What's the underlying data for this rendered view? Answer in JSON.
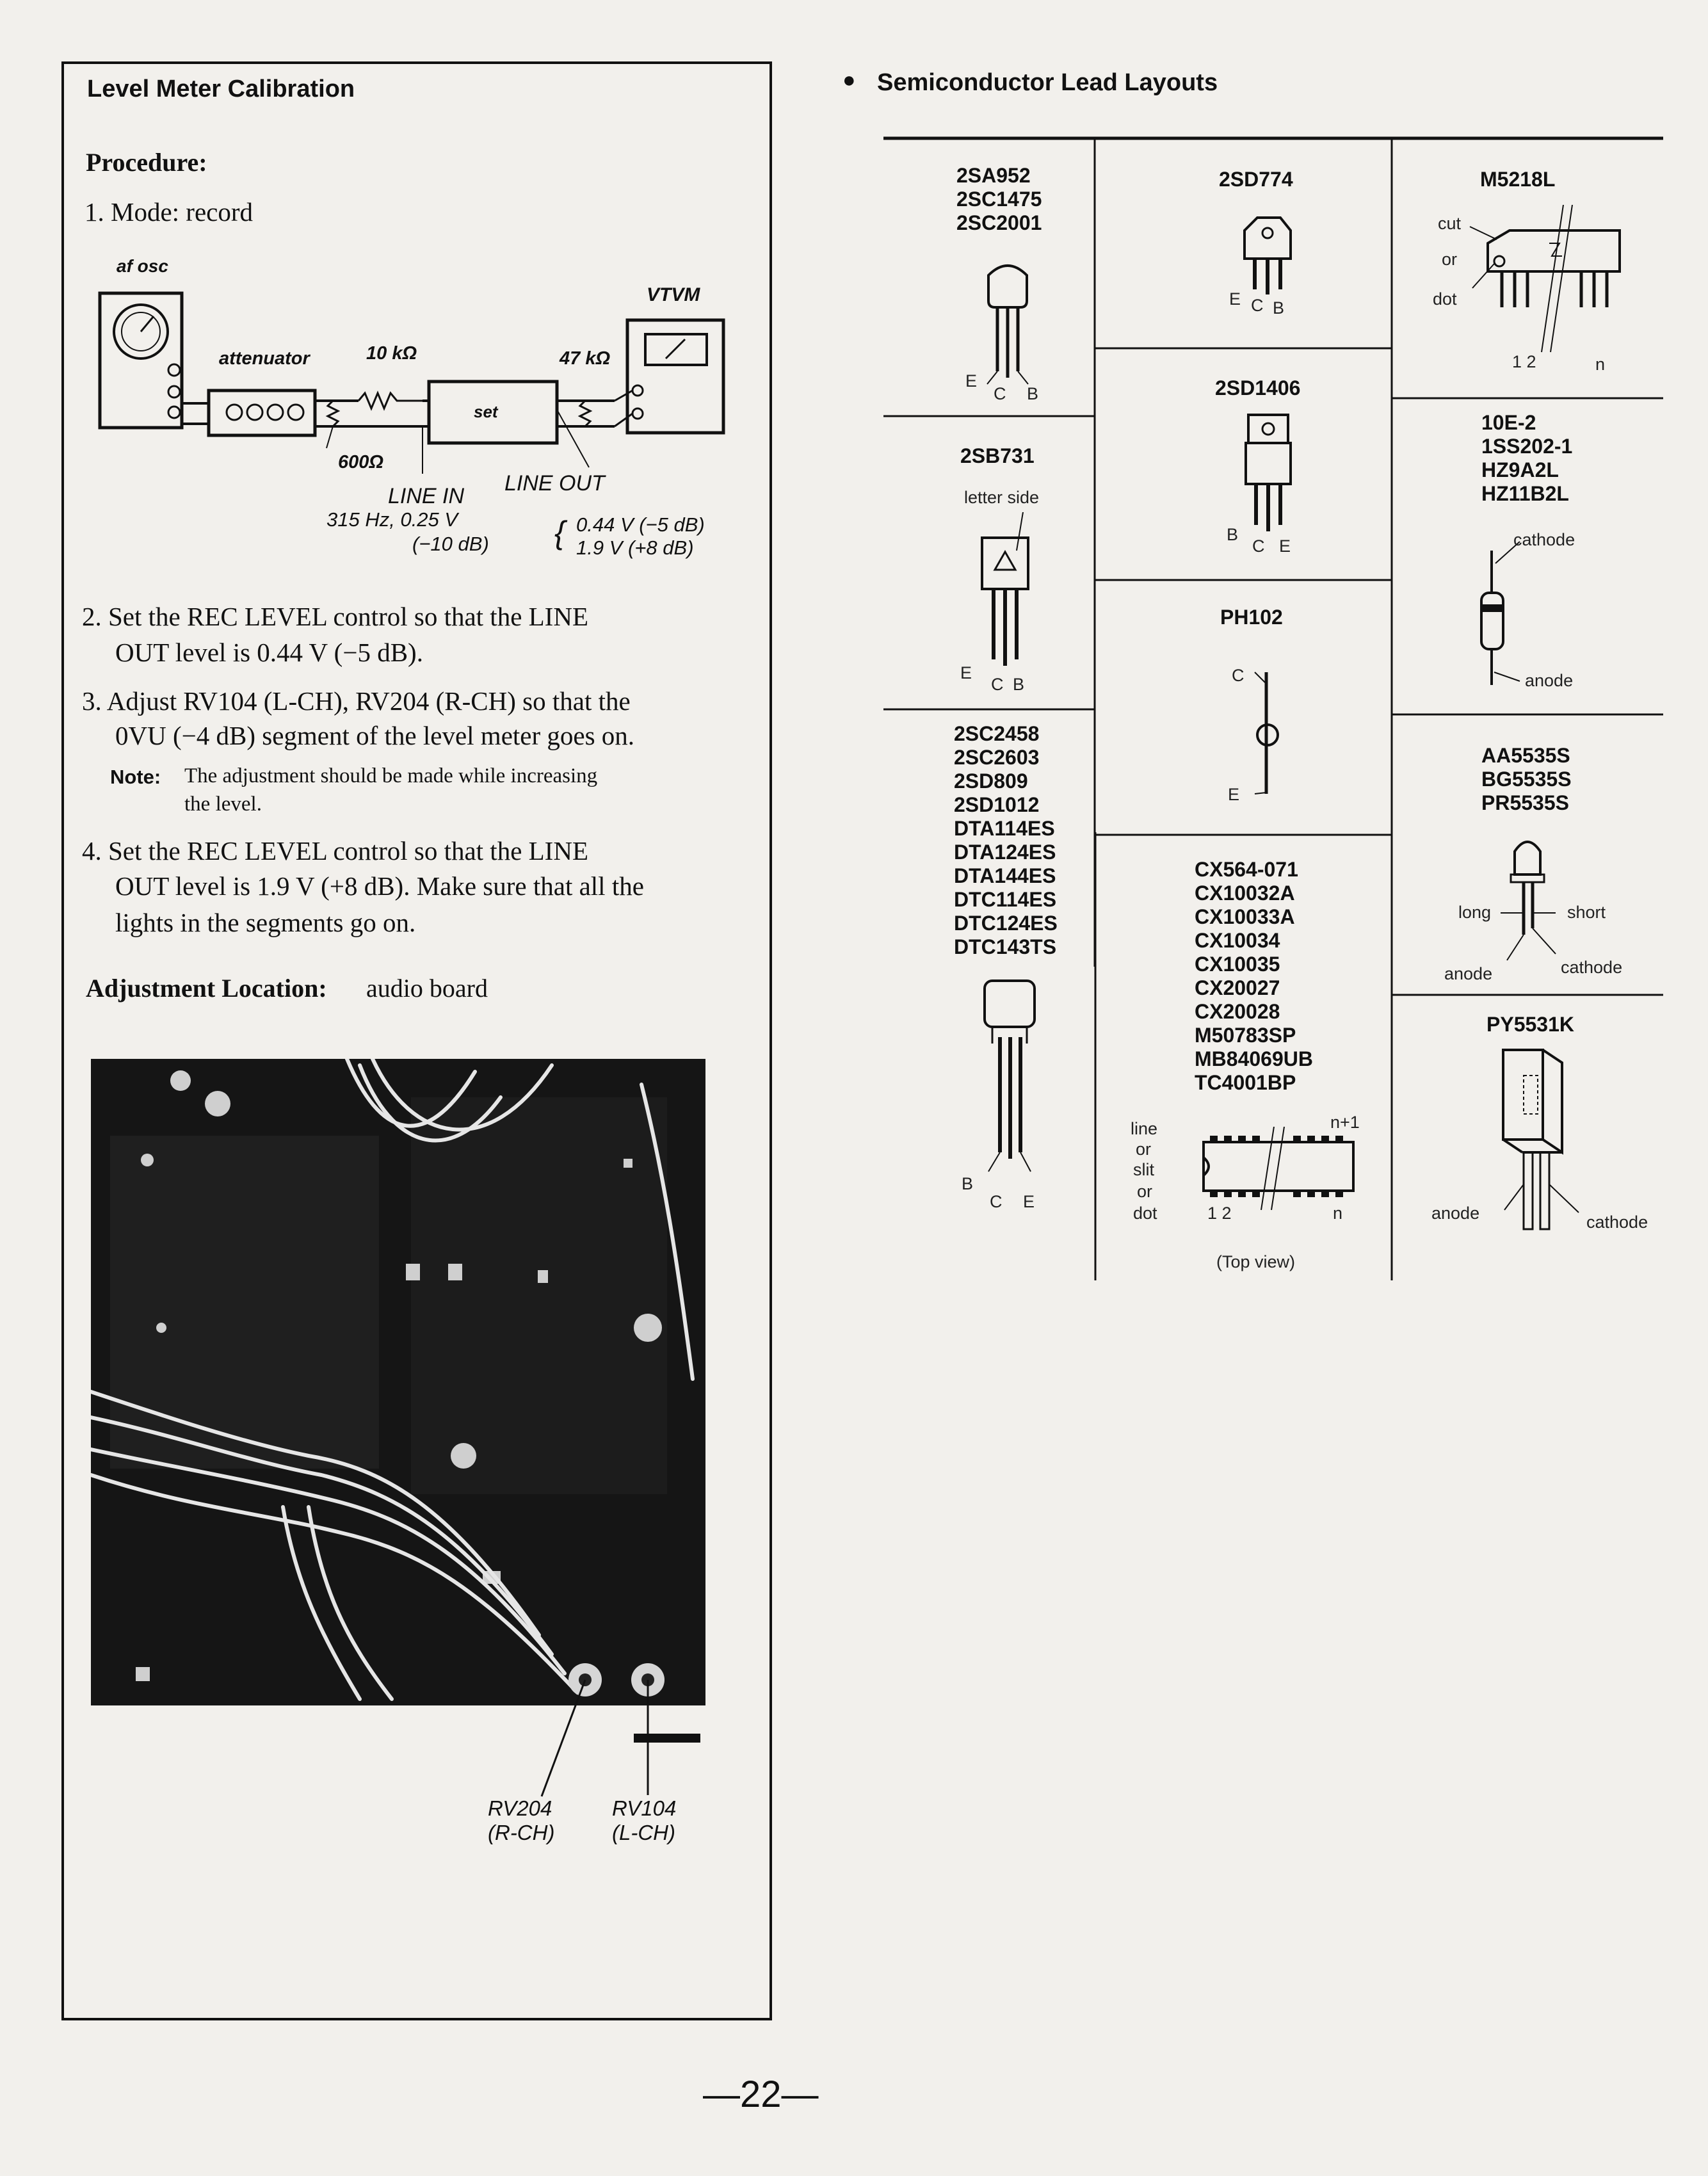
{
  "left": {
    "title": "Level Meter Calibration",
    "procedure_heading": "Procedure:",
    "step1": "1. Mode: record",
    "diagram": {
      "af_osc": "af osc",
      "vtvm": "VTVM",
      "attenuator": "attenuator",
      "r10k": "10 kΩ",
      "r47k": "47 kΩ",
      "set": "set",
      "r600": "600Ω",
      "line_in": "LINE IN",
      "line_out": "LINE OUT",
      "in_spec1": "315 Hz, 0.25 V",
      "in_spec2": "(−10 dB)",
      "out_spec1": "0.44 V (−5 dB)",
      "out_spec2": "1.9 V (+8 dB)"
    },
    "step2_line1": "2. Set the REC LEVEL control so that the LINE",
    "step2_line2": "OUT level is 0.44 V (−5 dB).",
    "step3_line1": "3. Adjust RV104 (L-CH), RV204 (R-CH) so that the",
    "step3_line2": "0VU (−4 dB) segment of the level meter goes on.",
    "note_label": "Note:",
    "note_line1": "The adjustment should be made while increasing",
    "note_line2": "the level.",
    "step4_line1": "4. Set the REC LEVEL control so that the LINE",
    "step4_line2": "OUT level is 1.9 V (+8 dB). Make sure that all the",
    "step4_line3": "lights in the segments go on.",
    "adj_label": "Adjustment Location:",
    "adj_value": "audio board",
    "rv204": "RV204",
    "rv204_ch": "(R-CH)",
    "rv104": "RV104",
    "rv104_ch": "(L-CH)"
  },
  "right": {
    "bullet": "●",
    "title": "Semiconductor Lead Layouts",
    "col1": {
      "group1": [
        "2SA952",
        "2SC1475",
        "2SC2001"
      ],
      "group1_leads": [
        "E",
        "C",
        "B"
      ],
      "group2": "2SB731",
      "group2_note": "letter side",
      "group2_leads": [
        "E",
        "C",
        "B"
      ],
      "group3": [
        "2SC2458",
        "2SC2603",
        "2SD809",
        "2SD1012",
        "DTA114ES",
        "DTA124ES",
        "DTA144ES",
        "DTC114ES",
        "DTC124ES",
        "DTC143TS"
      ],
      "group3_leads": [
        "B",
        "C",
        "E"
      ]
    },
    "col2": {
      "group1": "2SD774",
      "group1_leads": [
        "E",
        "C",
        "B"
      ],
      "group2": "2SD1406",
      "group2_leads": [
        "B",
        "C",
        "E"
      ],
      "group3": "PH102",
      "group3_leads": [
        "C",
        "E"
      ],
      "group4": [
        "CX564-071",
        "CX10032A",
        "CX10033A",
        "CX10034",
        "CX10035",
        "CX20027",
        "CX20028",
        "M50783SP",
        "MB84069UB",
        "TC4001BP"
      ],
      "ic_line": "line",
      "ic_or1": "or",
      "ic_slit": "slit",
      "ic_or2": "or",
      "ic_dot": "dot",
      "ic_n1": "n+1",
      "ic_12": "1 2",
      "ic_n": "n",
      "ic_view": "(Top view)"
    },
    "col3": {
      "group1": "M5218L",
      "g1_cut": "cut",
      "g1_or": "or",
      "g1_dot": "dot",
      "g1_12": "1 2",
      "g1_n": "n",
      "group2": [
        "10E-2",
        "1SS202-1",
        "HZ9A2L",
        "HZ11B2L"
      ],
      "g2_cathode": "cathode",
      "g2_anode": "anode",
      "group3": [
        "AA5535S",
        "BG5535S",
        "PR5535S"
      ],
      "g3_long": "long",
      "g3_short": "short",
      "g3_anode": "anode",
      "g3_cathode": "cathode",
      "group4": "PY5531K",
      "g4_anode": "anode",
      "g4_cathode": "cathode"
    }
  },
  "page_number": "—22—"
}
